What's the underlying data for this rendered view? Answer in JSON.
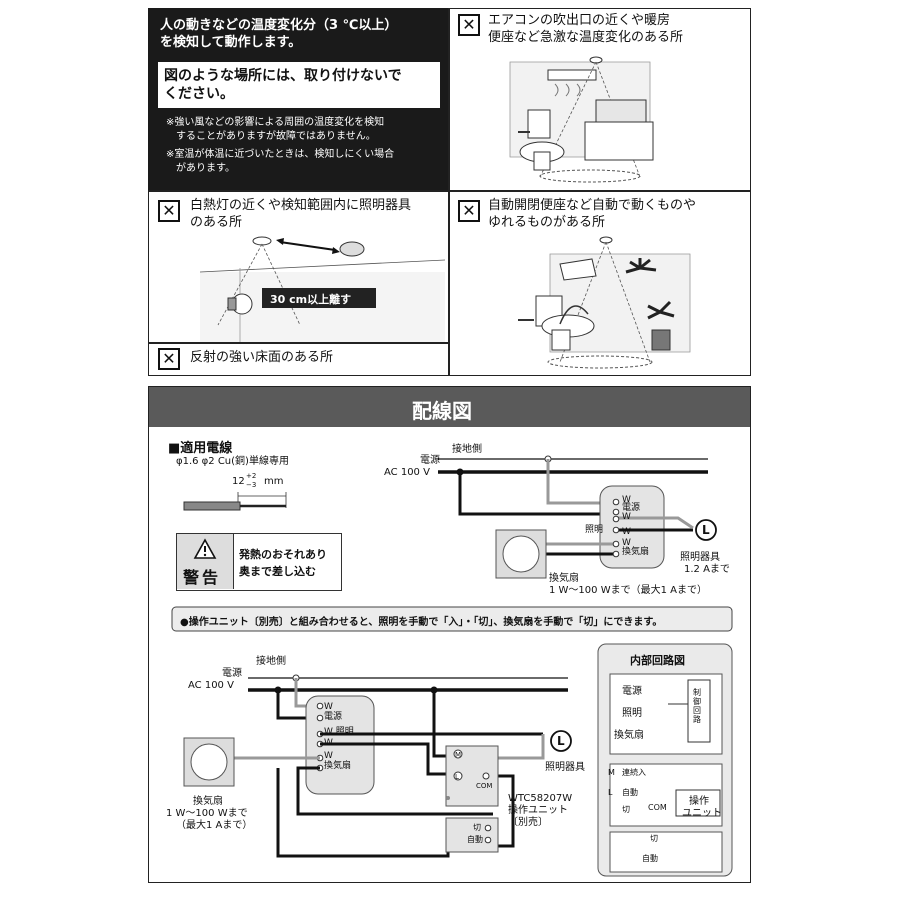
{
  "top": {
    "black_panel": {
      "line1": "人の動きなどの温度変化分（3 ℃以上）",
      "line2": "を検知して動作します。",
      "warning_line1": "図のような場所には、取り付けないで",
      "warning_line2": "ください。",
      "note1_line1": "※強い風などの影響による周囲の温度変化を検知",
      "note1_line2": "することがありますが故障ではありません。",
      "note2_line1": "※室温が体温に近づいたときは、検知しにくい場合",
      "note2_line2": "があります。"
    },
    "aircon_panel": {
      "line1": "エアコンの吹出口の近くや暖房",
      "line2": "便座など急激な温度変化のある所"
    },
    "lamp_panel": {
      "line1": "白熱灯の近くや検知範囲内に照明器具",
      "line2": "のある所",
      "distance_label": "30 cm以上離す"
    },
    "auto_panel": {
      "line1": "自動開閉便座など自動で動くものや",
      "line2": "ゆれるものがある所"
    },
    "floor_panel": {
      "text": "反射の強い床面のある所"
    }
  },
  "wiring": {
    "title": "配線図",
    "cable": {
      "heading": "■適用電線",
      "spec": "φ1.6  φ2 Cu(銅)単線専用",
      "strip": "12",
      "strip_tol": "+2",
      "strip_tol2": "−3",
      "strip_unit": "mm"
    },
    "warning": {
      "label": "警告",
      "line1": "発熱のおそれあり",
      "line2": "奥まで差し込む"
    },
    "d1": {
      "ground": "接地側",
      "power1": "電源",
      "power2": "AC  100 V",
      "t_w1": "W",
      "t_power": "電源",
      "t_w2": "W",
      "t_light": "照明",
      "t_w3": "W",
      "t_w4": "W",
      "t_fan": "換気扇",
      "lamp_symbol": "L",
      "lamp1": "照明器具",
      "lamp2": "1.2 Aまで",
      "fan1": "換気扇",
      "fan2": "1 W〜100 Wまで（最大1 Aまで）"
    },
    "operation_note": "●操作ユニット〔別売〕と組み合わせると、照明を手動で「入」・「切」、換気扇を手動で「切」にできます。",
    "d2": {
      "ground": "接地側",
      "power1": "電源",
      "power2": "AC  100 V",
      "t_w1": "W",
      "t_power": "電源",
      "t_light": "W 照明",
      "t_w2": "W",
      "t_w3": "W",
      "t_fan": "換気扇",
      "lamp_symbol": "L",
      "lamp_label": "照明器具",
      "m_symbol": "M",
      "l_symbol": "L",
      "com": "COM",
      "unit1": "WTC58207W",
      "unit2": "操作ユニット",
      "unit3": "〔別売〕",
      "off": "切",
      "auto": "自動",
      "fan1": "換気扇",
      "fan2": "1 W〜100 Wまで",
      "fan3": "（最大1 Aまで）"
    },
    "internal": {
      "title": "内部回路図",
      "power": "電源",
      "light": "照明",
      "fan": "換気扇",
      "control": "制御回路",
      "m_symbol": "M",
      "continuous": "連続入",
      "l_symbol": "L",
      "auto": "自動",
      "off": "切",
      "com": "COM",
      "unit1": "操作",
      "unit2": "ユニット",
      "sw_off": "切",
      "sw_auto": "自動"
    }
  }
}
